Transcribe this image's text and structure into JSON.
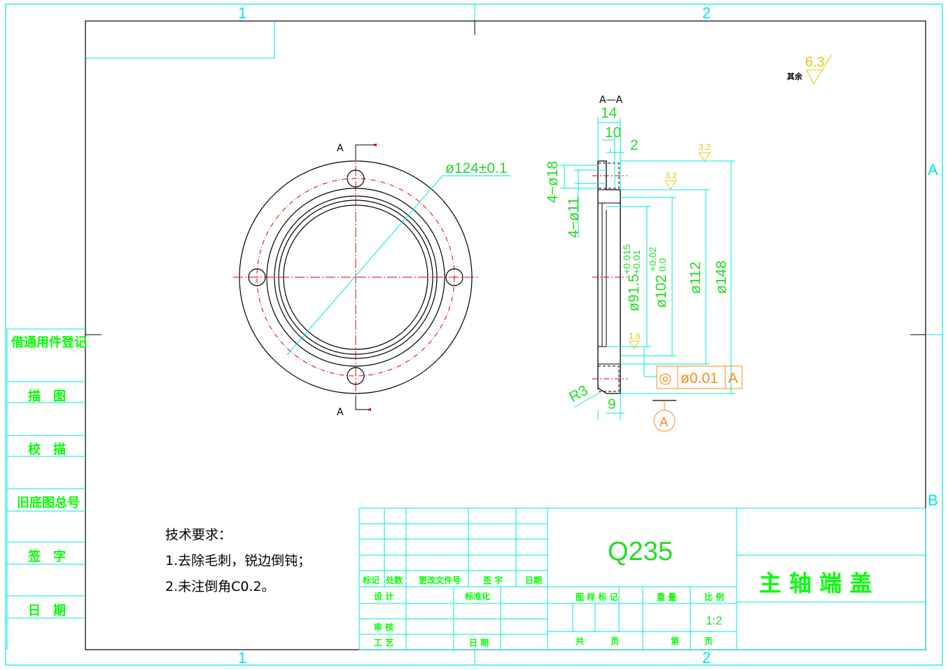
{
  "zone_labels": {
    "top_1": "1",
    "top_2": "2",
    "bottom_1": "1",
    "bottom_2": "2",
    "right_a": "A",
    "right_b": "B"
  },
  "roughness_rest": {
    "prefix": "其余",
    "value": "6.3"
  },
  "front_view": {
    "section_mark_top": "A",
    "section_mark_bottom": "A",
    "bolt_circle_dim": "ø124±0.1"
  },
  "section_view": {
    "title": "A—A",
    "dim_14": "14",
    "dim_10": "10",
    "dim_2": "2",
    "dim_9": "9",
    "holes_18": "4−ø18",
    "holes_11": "4−ø11",
    "bore_915": "ø91.5",
    "bore_915_tol_upper": "+0.015",
    "bore_915_tol_lower": "+0.01",
    "bore_102": "ø102",
    "bore_102_tol_upper": "+0.02",
    "bore_102_tol_lower": "0.0",
    "dia_112": "ø112",
    "dia_148": "ø148",
    "radius": "R3",
    "rough_32a": "3.2",
    "rough_32b": "3.2",
    "rough_16": "1.6",
    "tolerance_symbol": "◎",
    "tolerance_value": "ø0.01",
    "tolerance_datum": "A",
    "datum_label": "A"
  },
  "side_table": [
    "借通用件登记",
    "描　图",
    "校　描",
    "旧底图总号",
    "签　字",
    "日　期"
  ],
  "tech_requirements": {
    "title": "技术要求：",
    "items": [
      "1.去除毛刺，锐边倒钝；",
      "2.未注倒角C0.2。"
    ]
  },
  "title_block": {
    "material": "Q235",
    "part_name": "主 轴 端 盖",
    "rev_headers": [
      "标记",
      "处数",
      "更改文件号",
      "签 字",
      "日期"
    ],
    "design": "设 计",
    "standardize": "标准化",
    "review": "审 核",
    "process": "工 艺",
    "date": "日 期",
    "drawing_mark": "图 样 标 记",
    "weight": "重 量",
    "scale_label": "比 例",
    "scale_value": "1:2",
    "total": "共",
    "pages": "页",
    "sheet": "第",
    "sheet_pages": "页"
  },
  "colors": {
    "frame": "#00e5e5",
    "dimension": "#22dd22",
    "centerline": "#dd0000",
    "outline": "#000000",
    "tolerance": "#ff8c1a",
    "roughness": "#ddcc00",
    "title_block_text": "#00ff00"
  }
}
